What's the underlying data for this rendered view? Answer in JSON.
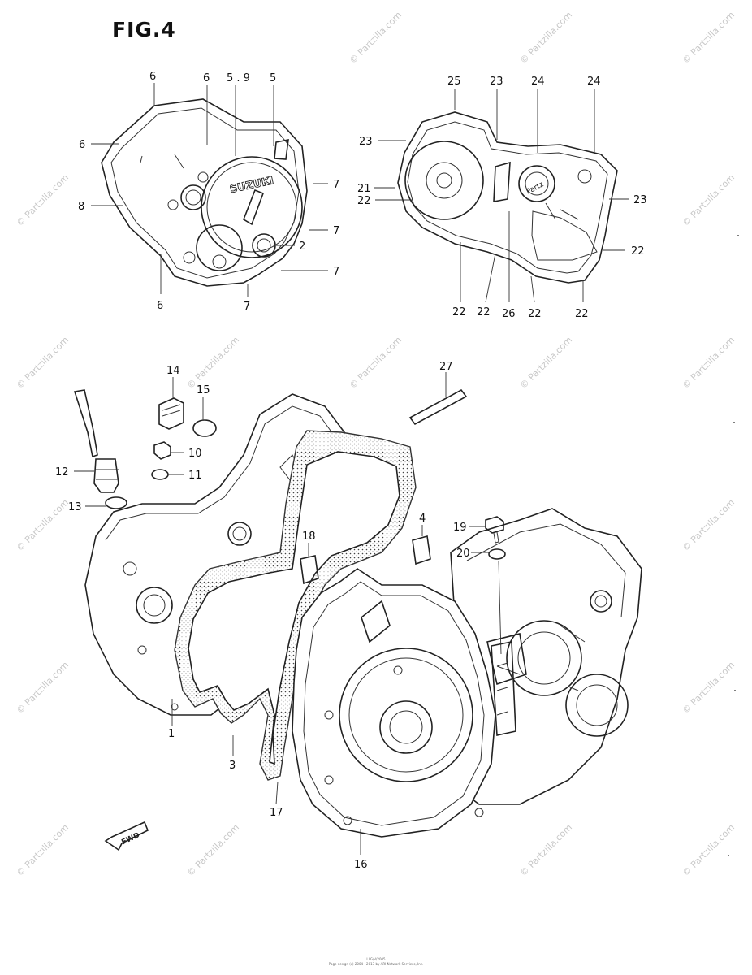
{
  "figure_title": "FIG.4",
  "watermark_text": "© Partzilla.com",
  "footer": {
    "line1": "LLG/V/2005",
    "line2": "Page design (c) 2004 - 2017 by ARI Network Services, Inc."
  },
  "fwd_label": "FWD",
  "cover_logo_text": "SUZUKI",
  "stamp_text": "Partz",
  "callouts": {
    "c1": "6",
    "c2": "6",
    "c3": "5 . 9",
    "c4": "5",
    "c5": "6",
    "c6": "7",
    "c7": "8",
    "c8": "7",
    "c9": "2",
    "c10": "7",
    "c11": "6",
    "c12": "7",
    "c13": "25",
    "c14": "23",
    "c15": "24",
    "c16": "24",
    "c17": "23",
    "c18": "21",
    "c19": "23",
    "c20": "22",
    "c21": "22",
    "c22": "22",
    "c23": "22",
    "c24": "26",
    "c25": "22",
    "c26": "22",
    "c27": "14",
    "c28": "15",
    "c29": "27",
    "c30": "10",
    "c31": "12",
    "c32": "11",
    "c33": "13",
    "c34": "4",
    "c35": "18",
    "c36": "19",
    "c37": "20",
    "c38": "1",
    "c39": "3",
    "c40": "17",
    "c41": "16"
  }
}
